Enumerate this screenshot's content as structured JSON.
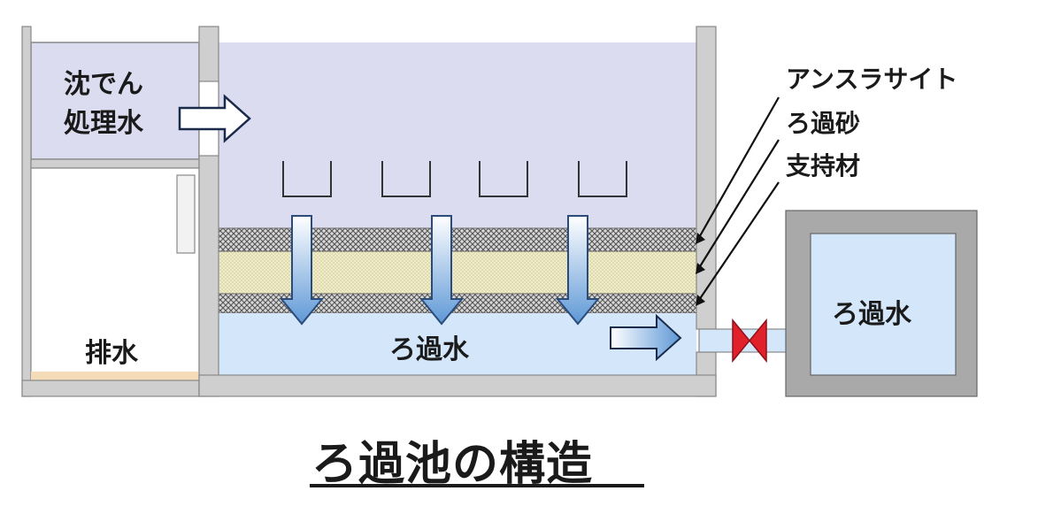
{
  "title": "ろ過池の構造",
  "labels": {
    "settled_water": "沈でん",
    "settled_water_2": "処理水",
    "drain": "排水",
    "filtered_water_basin": "ろ過水",
    "filtered_water_tank": "ろ過水",
    "anthracite": "アンスラサイト",
    "filter_sand": "ろ過砂",
    "support_gravel": "支持材"
  },
  "colors": {
    "water_top": "#dcdcf0",
    "water_bottom": "#d4e7fa",
    "wall": "#cfcfcf",
    "sand": "#efecc6",
    "mesh": "#8a8a8a",
    "valve": "#e0202a",
    "arrow_fill": "#6a9fd8",
    "drain_floor": "#f5dcb8"
  }
}
